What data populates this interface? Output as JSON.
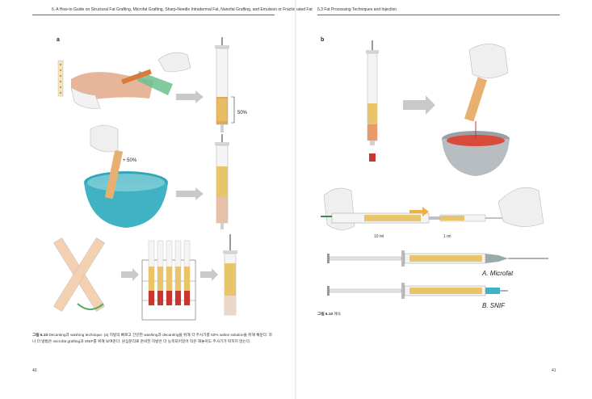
{
  "left": {
    "header": "6. A How-to Guide on Structural Fat Grafting, Microfat Grafting, Sharp-Needle Intradermal Fat, Nanofat Grafting, and Emulsion or Fractionated Fat",
    "panel_label": "a",
    "pct_label_1": "50%",
    "pct_label_2": "+ 50%",
    "caption_bold": "그림 6.10",
    "caption_text": "Decanting과 washing technique. (a) 지방의 빠르고 간단한 washing과 decanting을 위해 각 주사기를 50% saline solution을 취해 채운다. 하나 더 방법은 microfat grafting과 SNIF를 위해 보여준다. 원심분리로 준비한 지방은 더 농축되어있어 작은 해놓아도 주사기가 막히지 않는다.",
    "page_number": "40"
  },
  "right": {
    "header": "6.3 Fat Processing Techniques and Injection",
    "panel_label": "b",
    "label_10ml": "10 ml",
    "label_1ml": "1 ml",
    "label_microfat": "A. Microfat",
    "label_snif": "B. SNIF",
    "caption_bold": "그림 6.10",
    "caption_text": "계속",
    "page_number": "41"
  },
  "colors": {
    "fat": "#e8c46a",
    "blood": "#c8362f",
    "water": "#3fb3c4",
    "glove": "#ececec",
    "arrow": "#c9c9c9"
  }
}
